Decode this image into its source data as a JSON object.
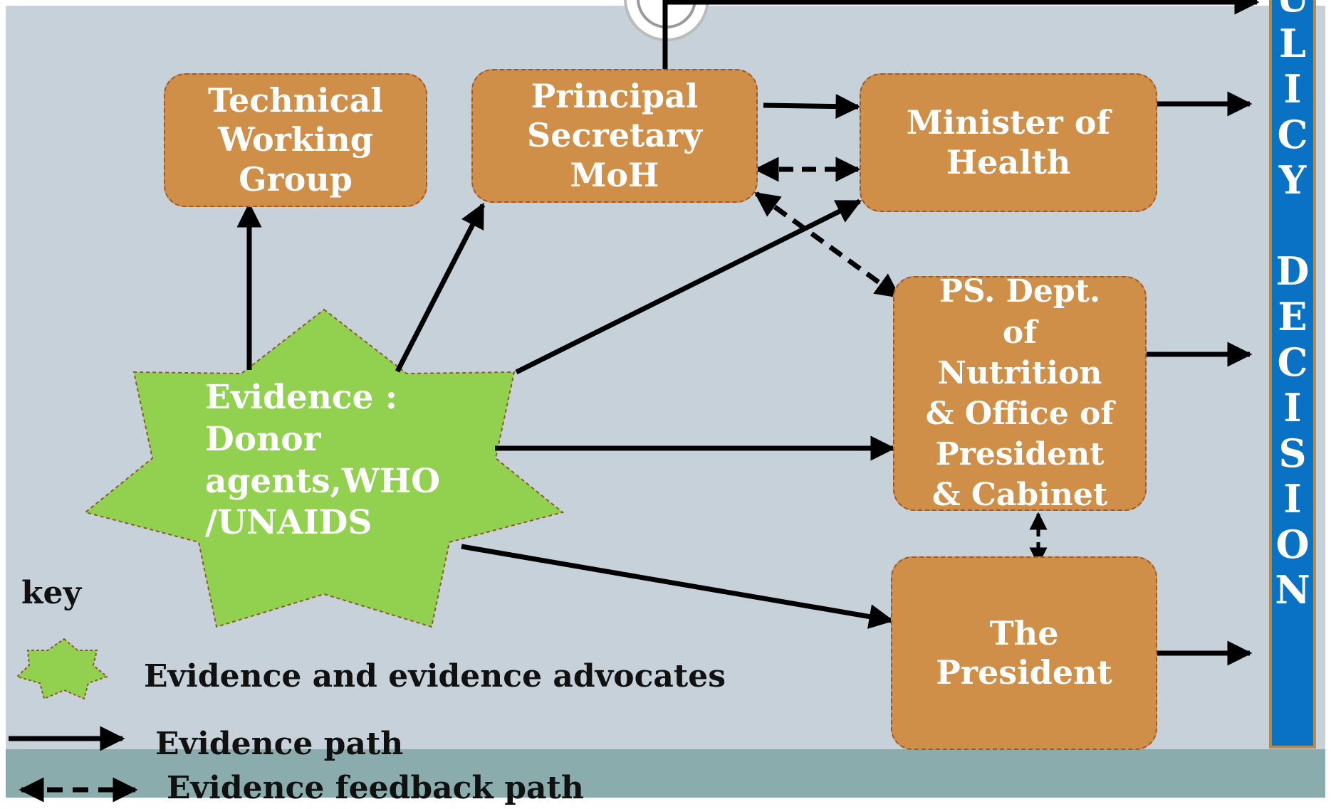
{
  "colors": {
    "background": "#c6d1d9",
    "box_fill": "#d08f49",
    "star_fill": "#92d050",
    "policy_bar": "#0a72c4",
    "bottom_band": "#8aacac"
  },
  "nodes": {
    "technical_working_group": [
      "Technical",
      "Working",
      "Group"
    ],
    "principal_secretary": [
      "Principal",
      "Secretary",
      "MoH"
    ],
    "minister_of_health": [
      "Minister of",
      "Health"
    ],
    "ps_dept_nutrition": [
      "PS. Dept.",
      "of",
      "Nutrition",
      "& Office of",
      "President",
      "& Cabinet"
    ],
    "the_president": [
      "The",
      "President"
    ],
    "evidence_star": [
      "Evidence :",
      "Donor",
      "agents,WHO",
      "/UNAIDS"
    ]
  },
  "policy_decision_letters": [
    "U",
    "L",
    "I",
    "C",
    "Y",
    "",
    "D",
    "E",
    "C",
    "I",
    "S",
    "I",
    "O",
    "N"
  ],
  "key": {
    "title": "key",
    "evidence_advocates": "Evidence and evidence advocates",
    "evidence_path": "Evidence path",
    "feedback_path": "Evidence feedback path"
  }
}
